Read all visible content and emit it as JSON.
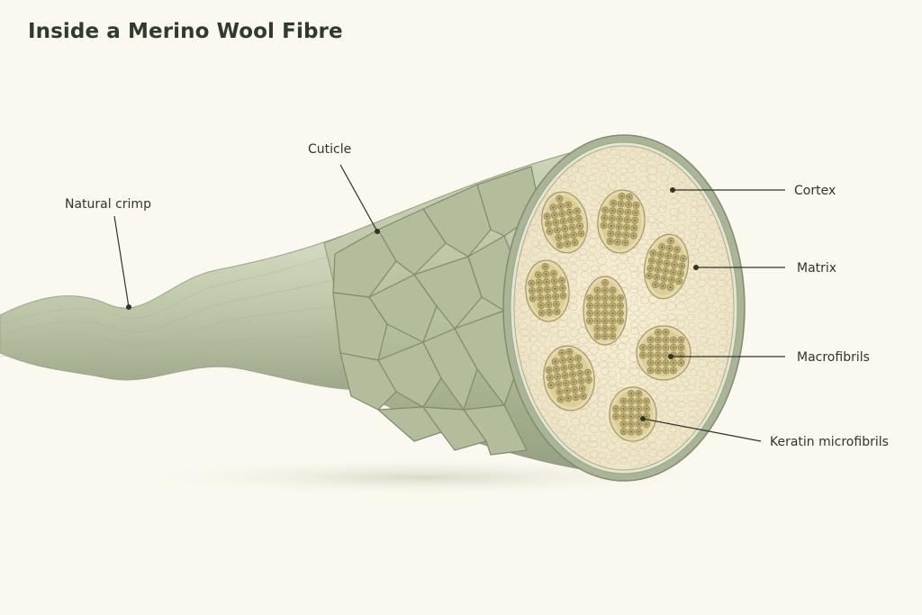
{
  "title": "Inside a Merino Wool Fibre",
  "labels": {
    "natural_crimp": "Natural crimp",
    "cuticle": "Cuticle",
    "cortex": "Cortex",
    "matrix": "Matrix",
    "macrofibrils": "Macrofibrils",
    "keratin_microfibrils": "Keratin microfibrils"
  },
  "colors": {
    "background": "#fbf8ef",
    "fibre_green": "#b9c3a4",
    "cuticle_scale": "#aab596",
    "rim": "#9aa68a",
    "cross_section": "#f3ead0",
    "macrofibril": "#e3d6a8",
    "microfibril": "#b6a66e"
  }
}
